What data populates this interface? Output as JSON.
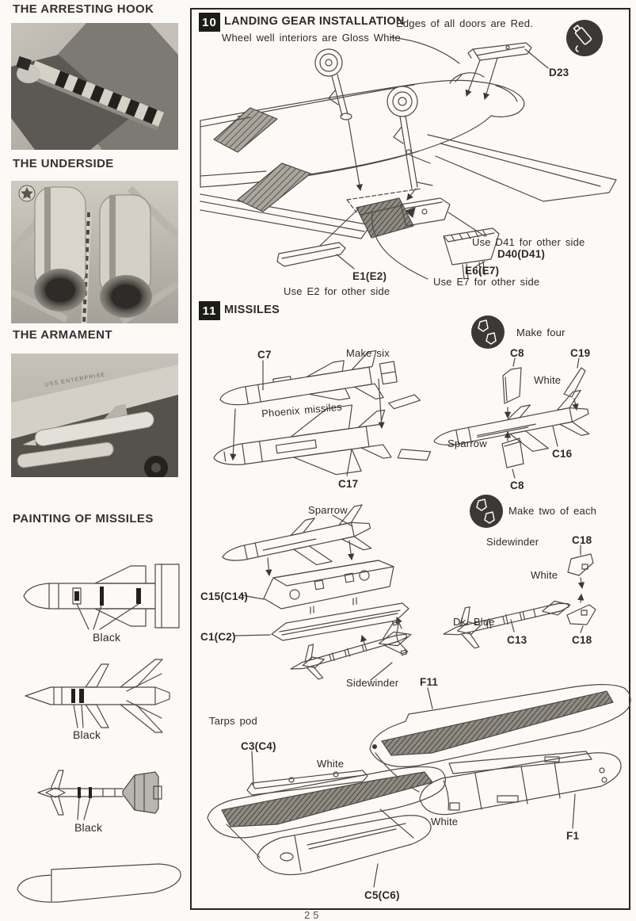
{
  "page": {
    "number": "25"
  },
  "left_column": {
    "sections": [
      {
        "heading": "THE ARRESTING HOOK"
      },
      {
        "heading": "THE UNDERSIDE"
      },
      {
        "heading": "THE ARMAMENT"
      },
      {
        "heading": "PAINTING OF MISSILES"
      }
    ],
    "armament_marking": "USS ENTERPRISE",
    "paint_labels": {
      "phoenix": "Black",
      "sparrow": "Black",
      "sidewinder": "Black"
    }
  },
  "step10": {
    "number": "10",
    "title": "LANDING GEAR INSTALLATION",
    "door_note": "Edges of all doors are Red.",
    "wheel_note": "Wheel well interiors are Gloss White",
    "labels": {
      "d23": "D23",
      "use_d41": "Use D41 for other side",
      "d40": "D40(D41)",
      "e6": "E6(E7)",
      "use_e7": "Use E7 for other side",
      "e1": "E1(E2)",
      "use_e2": "Use E2 for other side"
    }
  },
  "step11": {
    "number": "11",
    "title": "MISSILES",
    "phoenix": {
      "c7": "C7",
      "make_note": "Make six",
      "name": "Phoenix missiles",
      "c17": "C17"
    },
    "sparrow_assembly": {
      "make_note": "Make four",
      "c8_top": "C8",
      "c19": "C19",
      "paint": "White",
      "name": "Sparrow",
      "c16": "C16",
      "c8_bottom": "C8"
    },
    "launcher_assembly": {
      "name": "Sparrow",
      "c15": "C15(C14)",
      "c1": "C1(C2)",
      "sidewinder_name": "Sidewinder"
    },
    "sidewinder_assembly": {
      "make_note": "Make two of each",
      "name": "Sidewinder",
      "c18_top": "C18",
      "paint": "White",
      "body_paint": "Dk. Blue",
      "c13": "C13",
      "c18_bottom": "C18"
    },
    "pods": {
      "f11": "F11",
      "name": "Tarps pod",
      "c3": "C3(C4)",
      "paint_left": "White",
      "paint_right": "White",
      "f1": "F1",
      "c5": "C5(C6)"
    }
  }
}
